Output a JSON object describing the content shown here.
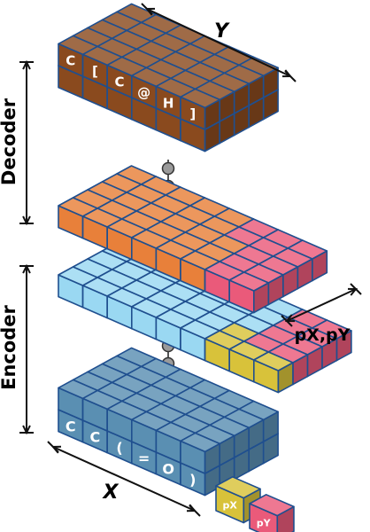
{
  "labels": {
    "decoder": "Decoder",
    "encoder": "Encoder",
    "y_axis": "Y",
    "x_axis": "X",
    "p_axis": "pX,pY",
    "px_cube": "pX",
    "py_cube": "pY"
  },
  "decoder_tokens": [
    "C",
    "[",
    "C",
    "@",
    "H",
    "]"
  ],
  "encoder_tokens": [
    "C",
    "C",
    "(",
    "=",
    "O",
    ")"
  ],
  "colors": {
    "brown": "#8a4a1e",
    "orange": "#e8803a",
    "light_blue": "#9ad8f2",
    "steel_blue": "#5a8fb2",
    "yellow": "#d8c23a",
    "pink": "#ea5a7a",
    "outline": "#1f4f8f",
    "connector": "#9a9a9a"
  }
}
